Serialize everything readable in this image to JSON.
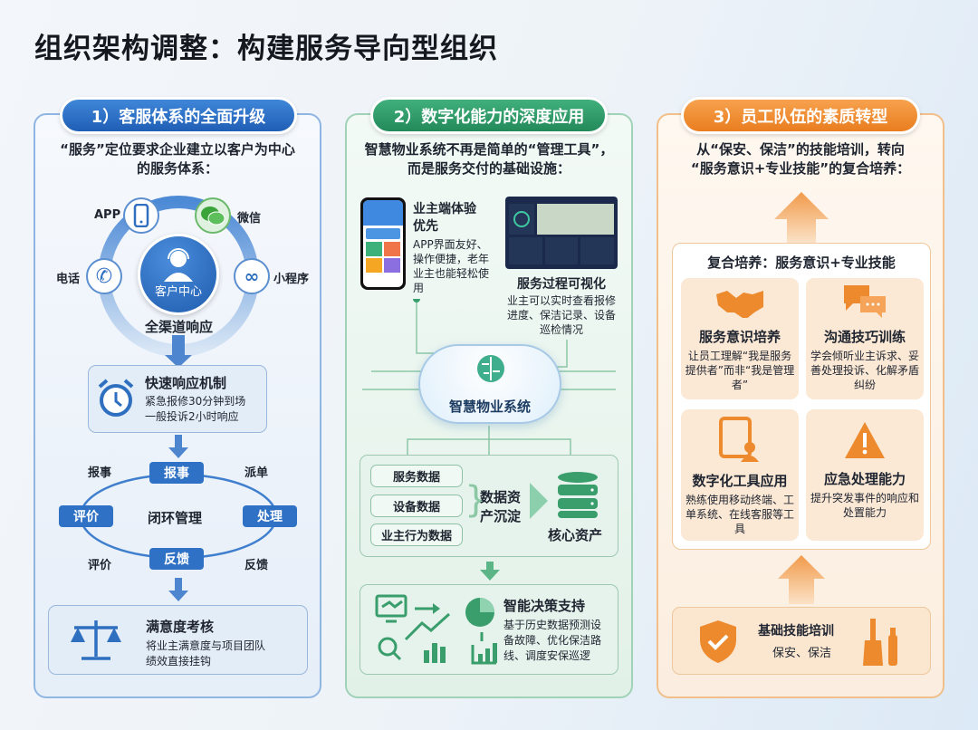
{
  "title": "组织架构调整：构建服务导向型组织",
  "colors": {
    "blue": "#2f71c4",
    "green": "#2f9a66",
    "orange": "#ee8a2e"
  },
  "col1": {
    "header": "1）客服体系的全面升级",
    "intro_line1": "“服务”定位要求企业建立以客户为中心",
    "intro_line2": "的服务体系：",
    "channels": {
      "app": "APP",
      "wechat": "微信",
      "phone": "电话",
      "miniprogram": "小程序",
      "center": "客户中心",
      "caption": "全渠道响应"
    },
    "fast": {
      "title": "快速响应机制",
      "line1": "紧急报修30分钟到场",
      "line2": "一般投诉2小时响应"
    },
    "loop": {
      "center": "闭环管理",
      "report": "报事",
      "process": "处理",
      "feedback": "反馈",
      "evaluate": "评价",
      "label_report": "报事",
      "label_dispatch": "派单",
      "label_evaluate": "评价",
      "label_feedback": "反馈"
    },
    "satisfaction": {
      "title": "满意度考核",
      "line1": "将业主满意度与项目团队",
      "line2": "绩效直接挂钩"
    }
  },
  "col2": {
    "header": "2）数字化能力的深度应用",
    "intro_line1": "智慧物业系统不再是简单的“管理工具”，",
    "intro_line2": "而是服务交付的基础设施：",
    "owner": {
      "title": "业主端体验优先",
      "desc": "APP界面友好、操作便捷，老年业主也能轻松使用"
    },
    "visual": {
      "title": "服务过程可视化",
      "desc": "业主可以实时查看报修进度、保洁记录、设备巡检情况"
    },
    "system": "智慧物业系统",
    "data": {
      "items": [
        "服务数据",
        "设备数据",
        "业主行为数据"
      ],
      "label": "数据资产沉淀",
      "asset": "核心资产"
    },
    "decision": {
      "title": "智能决策支持",
      "desc": "基于历史数据预测设备故障、优化保洁路线、调度安保巡逻"
    }
  },
  "col3": {
    "header": "3）员工队伍的素质转型",
    "intro_line1": "从“保安、保洁”的技能培训，转向",
    "intro_line2": "“服务意识+专业技能”的复合培养：",
    "composite_title": "复合培养：服务意识+专业技能",
    "cards": [
      {
        "title": "服务意识培养",
        "desc": "让员工理解“我是服务提供者”而非“我是管理者”"
      },
      {
        "title": "沟通技巧训练",
        "desc": "学会倾听业主诉求、妥善处理投诉、化解矛盾纠纷"
      },
      {
        "title": "数字化工具应用",
        "desc": "熟练使用移动终端、工单系统、在线客服等工具"
      },
      {
        "title": "应急处理能力",
        "desc": "提升突发事件的响应和处置能力"
      }
    ],
    "basic": {
      "title": "基础技能培训",
      "desc": "保安、保洁"
    }
  }
}
